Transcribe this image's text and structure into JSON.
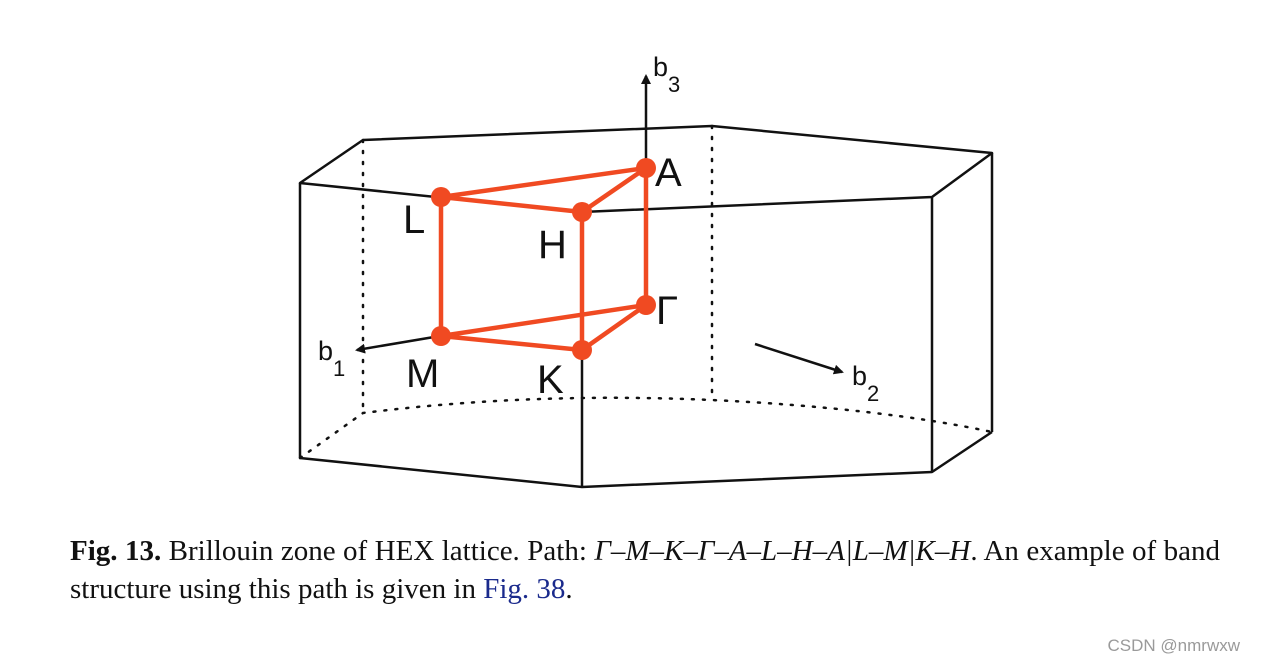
{
  "diagram": {
    "axes": {
      "b1": [
        "b",
        "1"
      ],
      "b2": [
        "b",
        "2"
      ],
      "b3": [
        "b",
        "3"
      ]
    },
    "points": {
      "A": "A",
      "L": "L",
      "H": "H",
      "Gamma": "Γ",
      "M": "M",
      "K": "K"
    },
    "colors": {
      "path": "#f04a22",
      "edges": "#111111",
      "background": "#ffffff"
    }
  },
  "caption": {
    "label": "Fig. 13.",
    "text1": " Brillouin zone of HEX lattice. Path: ",
    "path": "Γ–M–K–Γ–A–L–H–A|L–M|K–H",
    "text2": ". An example of band structure using this path is given in ",
    "link": "Fig. 38",
    "text3": "."
  },
  "watermark": "CSDN @nmrwxw"
}
